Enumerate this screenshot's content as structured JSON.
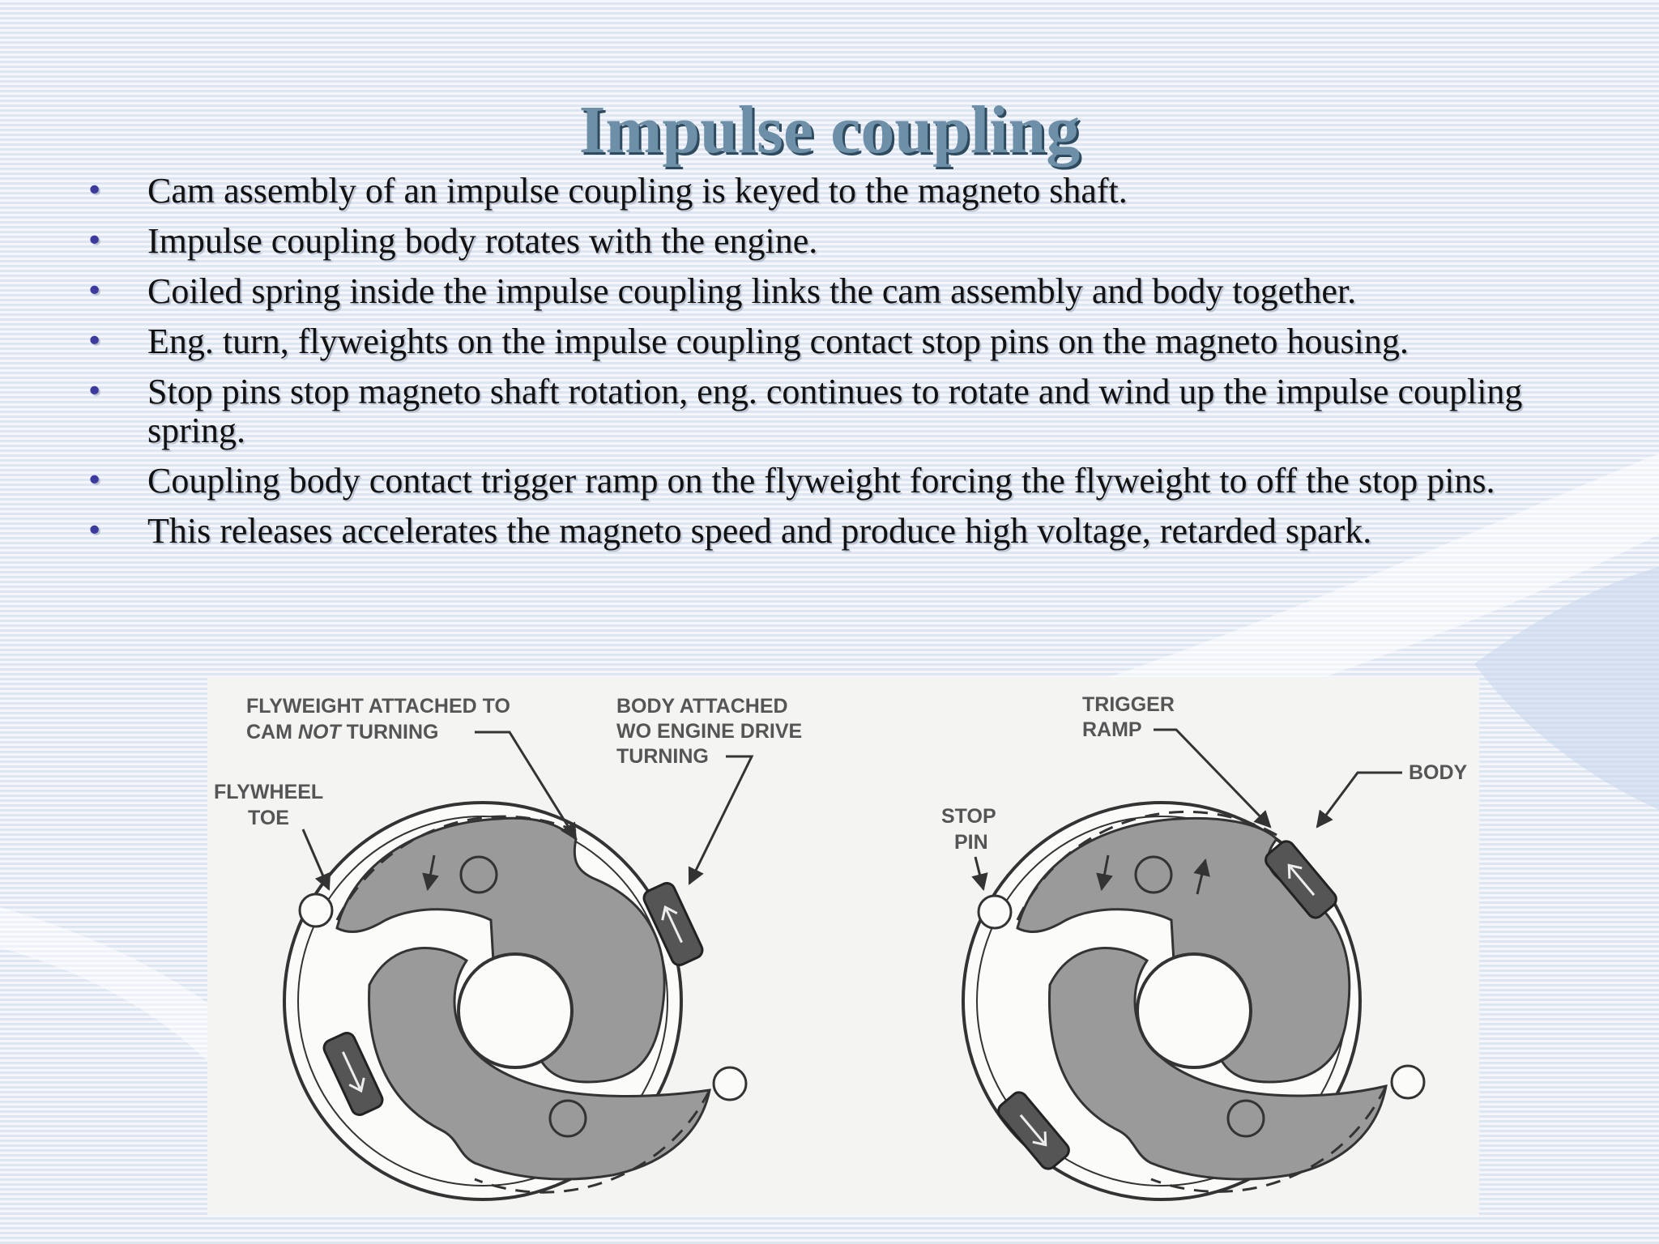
{
  "slide": {
    "title": "Impulse coupling",
    "bullets": [
      "Cam assembly of an impulse coupling is keyed to the magneto shaft.",
      "Impulse coupling body rotates with the engine.",
      "Coiled spring inside the impulse coupling links the cam assembly and body together.",
      "Eng. turn, flyweights on the impulse coupling contact stop pins on the magneto housing.",
      "Stop pins stop magneto shaft rotation, eng. continues to rotate and wind up the impulse coupling spring.",
      "Coupling body contact trigger ramp on the flyweight forcing the flyweight to off the stop pins.",
      "This releases accelerates the magneto speed and produce high voltage, retarded spark."
    ],
    "bullet_glyph": "•"
  },
  "diagram": {
    "left": {
      "flyweight_line1": "FLYWEIGHT ATTACHED TO",
      "flyweight_line2_a": "CAM",
      "flyweight_line2_b": "NOT",
      "flyweight_line2_c": "TURNING",
      "body_line1": "BODY ATTACHED",
      "body_line2": "WO ENGINE DRIVE",
      "body_line3": "TURNING",
      "flywheel_line1": "FLYWHEEL",
      "flywheel_line2": "TOE"
    },
    "right": {
      "trigger_line1": "TRIGGER",
      "trigger_line2": "RAMP",
      "body": "BODY",
      "stop_line1": "STOP",
      "stop_line2": "PIN"
    }
  }
}
